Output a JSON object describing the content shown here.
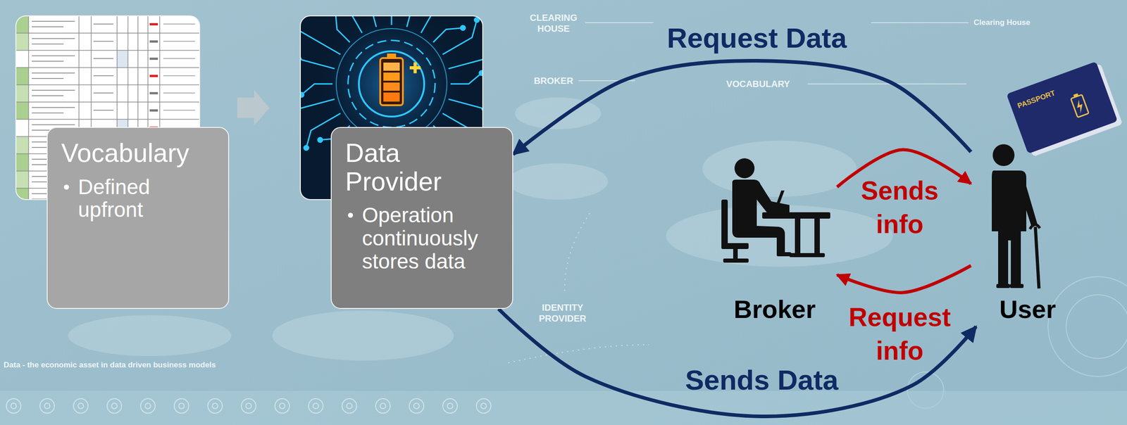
{
  "diagram": {
    "nodes": [
      {
        "text": [
          "Vocabulary",
          "Defined upfront"
        ]
      },
      {
        "text": [
          "Data Provider",
          "Operation continuously stores data"
        ]
      },
      {
        "text": [
          "Broker"
        ]
      },
      {
        "text": [
          "User"
        ]
      }
    ],
    "edges": [
      {
        "from": 3,
        "to": 1,
        "arrow": "to",
        "label": "Request Data"
      },
      {
        "from": 1,
        "to": 3,
        "arrow": "to",
        "label": "Sends Data"
      },
      {
        "from": 2,
        "to": 3,
        "arrow": "to",
        "label": "Sends info"
      },
      {
        "from": 3,
        "to": 2,
        "arrow": "to",
        "label": "Request info"
      }
    ],
    "labels": [
      "CLEARING HOUSE",
      "BROKER",
      "VOCABULARY",
      "IDENTITY PROVIDER",
      "Clearing House",
      "Data - the economic asset in data driven business models",
      "PASSPORT"
    ]
  }
}
